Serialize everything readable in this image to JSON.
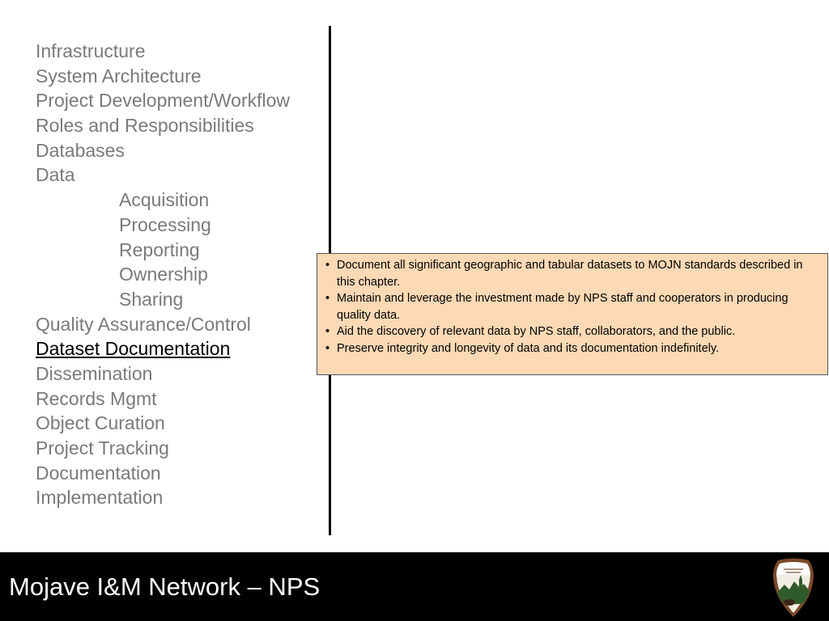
{
  "nav": {
    "items": [
      {
        "label": "Infrastructure",
        "level": 0,
        "active": false
      },
      {
        "label": "System Architecture",
        "level": 0,
        "active": false
      },
      {
        "label": "Project Development/Workflow",
        "level": 0,
        "active": false
      },
      {
        "label": "Roles and Responsibilities",
        "level": 0,
        "active": false
      },
      {
        "label": "Databases",
        "level": 0,
        "active": false
      },
      {
        "label": "Data",
        "level": 0,
        "active": false
      },
      {
        "label": "Acquisition",
        "level": 1,
        "active": false
      },
      {
        "label": "Processing",
        "level": 1,
        "active": false
      },
      {
        "label": "Reporting",
        "level": 1,
        "active": false
      },
      {
        "label": "Ownership",
        "level": 1,
        "active": false
      },
      {
        "label": "Sharing",
        "level": 1,
        "active": false
      },
      {
        "label": "Quality Assurance/Control",
        "level": 0,
        "active": false
      },
      {
        "label": "Dataset Documentation",
        "level": 0,
        "active": true
      },
      {
        "label": "Dissemination",
        "level": 0,
        "active": false
      },
      {
        "label": "Records Mgmt",
        "level": 0,
        "active": false
      },
      {
        "label": "Object Curation",
        "level": 0,
        "active": false
      },
      {
        "label": "Project Tracking",
        "level": 0,
        "active": false
      },
      {
        "label": "Documentation",
        "level": 0,
        "active": false
      },
      {
        "label": "Implementation",
        "level": 0,
        "active": false
      }
    ]
  },
  "callout": {
    "bullets": [
      "Document all significant geographic and tabular datasets to MOJN standards described in this chapter.",
      "Maintain and leverage the investment made by NPS staff and cooperators in producing quality data.",
      "Aid the discovery of relevant data by NPS staff, collaborators, and the public.",
      "Preserve integrity and longevity of data and its documentation indefinitely."
    ]
  },
  "footer": {
    "title": "Mojave I&M Network – NPS",
    "logo_icon": "nps-arrowhead-icon"
  },
  "colors": {
    "nav_text": "#7a7a7a",
    "nav_active": "#000000",
    "callout_bg": "#fdd9b5",
    "footer_bg": "#000000",
    "logo_brown": "#7b4a2a",
    "logo_green": "#2f5a2a"
  }
}
